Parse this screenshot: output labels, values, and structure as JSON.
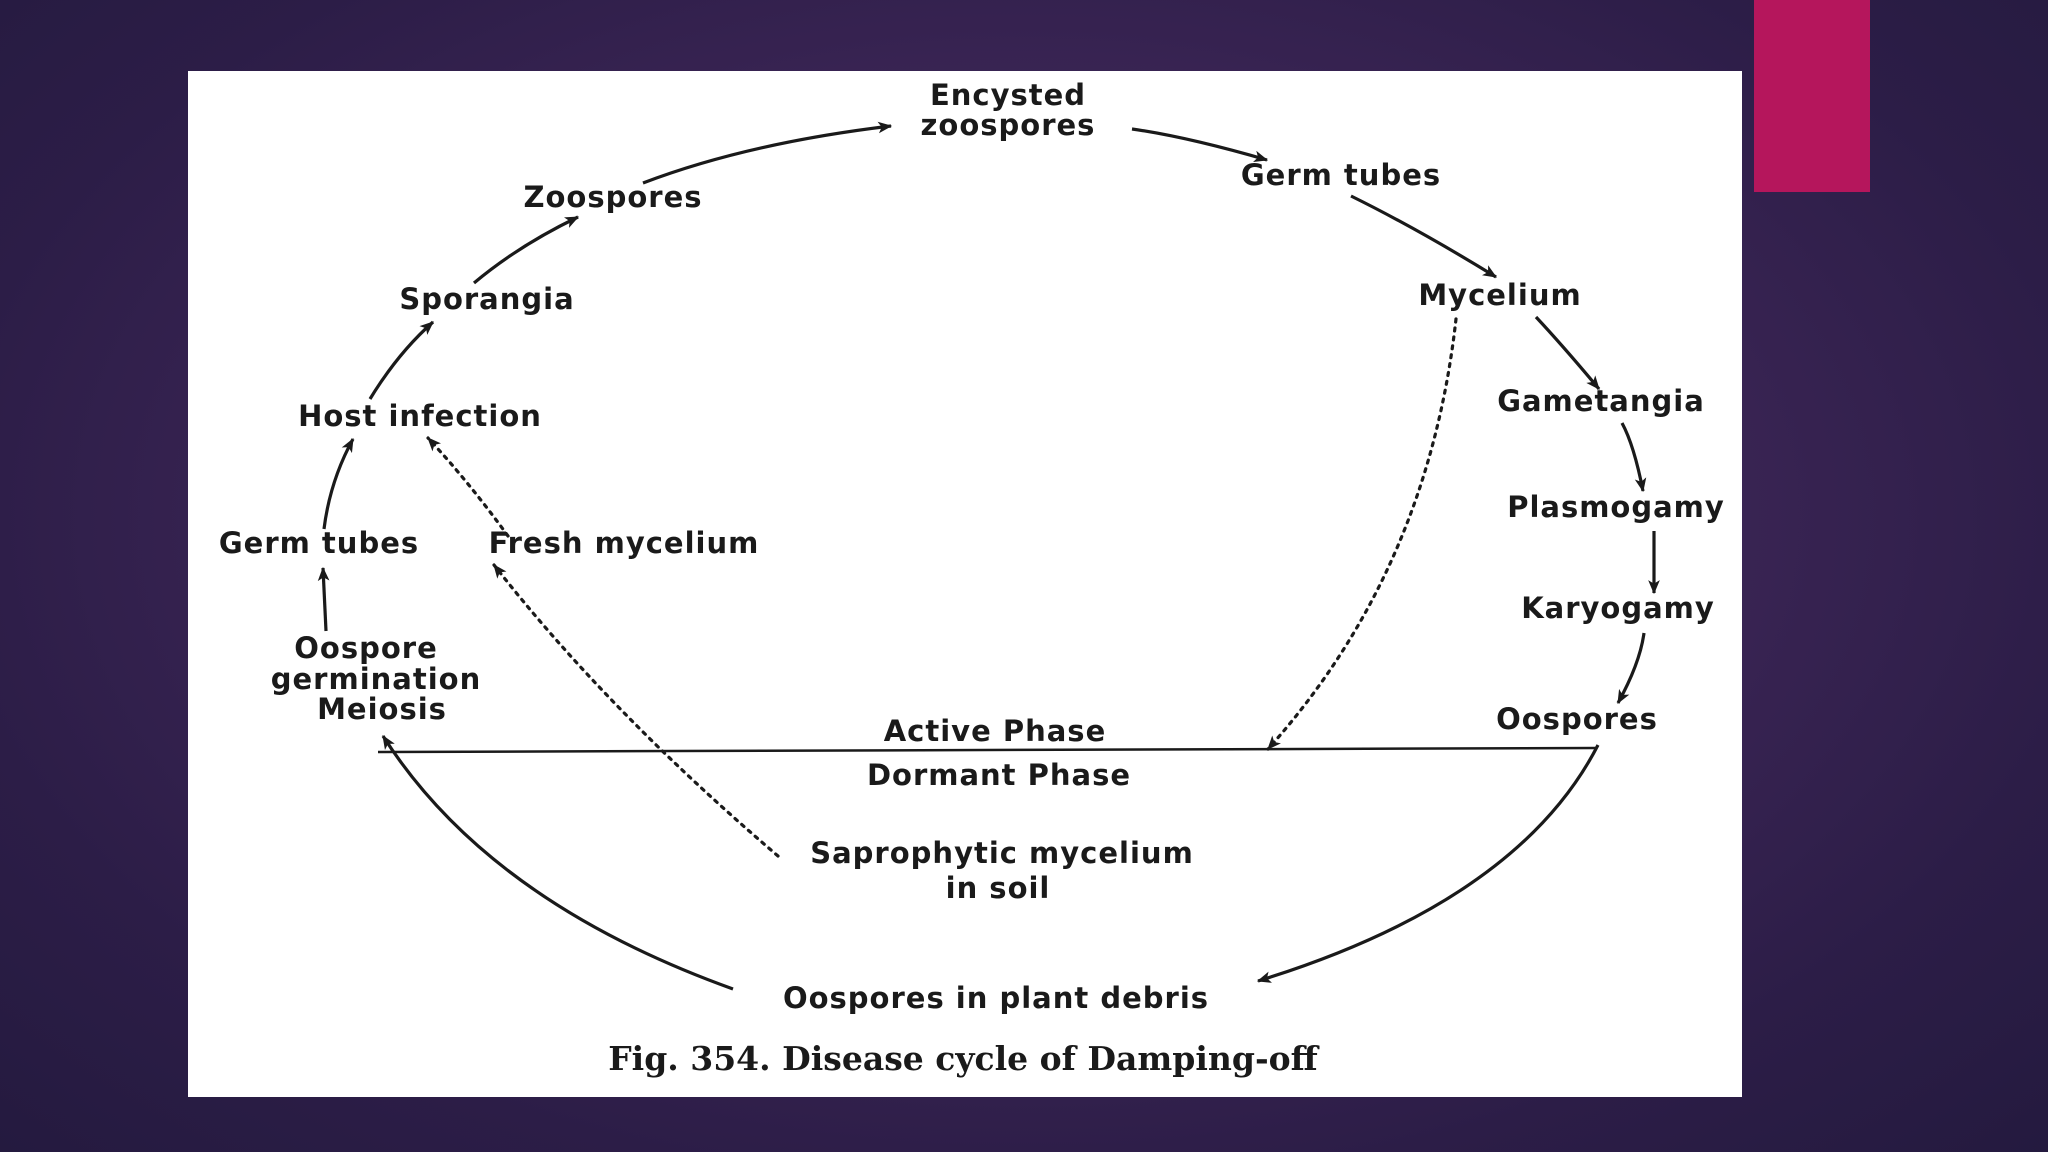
{
  "accent_color": "#b5165c",
  "figure": {
    "labels": {
      "encysted_zoospores": [
        "Encysted",
        "zoospores"
      ],
      "germ_tubes_top": "Germ tubes",
      "mycelium": "Mycelium",
      "gametangia": "Gametangia",
      "plasmogamy": "Plasmogamy",
      "karyogamy": "Karyogamy",
      "oospores": "Oospores",
      "active_phase": "Active Phase",
      "dormant_phase": "Dormant Phase",
      "saprophytic_mycelium": [
        "Saprophytic mycelium",
        "in soil"
      ],
      "oospores_debris": "Oospores in plant  debris",
      "oospore_germination": [
        "Oospore",
        "germination",
        "Meiosis"
      ],
      "germ_tubes_left": "Germ tubes",
      "fresh_mycelium": "Fresh mycelium",
      "host_infection": "Host infection",
      "sporangia": "Sporangia",
      "zoospores": "Zoospores"
    },
    "caption": "Fig. 354.  Disease cycle of Damping-off"
  }
}
